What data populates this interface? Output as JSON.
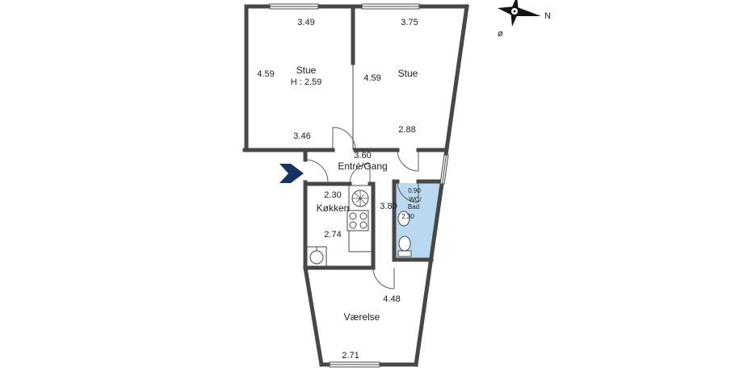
{
  "compass": {
    "north": "N",
    "east": "ø"
  },
  "colors": {
    "wall": "#474747",
    "bath_fill": "#b9d9f1",
    "entry_arrow": "#17335f"
  },
  "rooms": {
    "stue_left": {
      "name": "Stue",
      "ceiling_height": "H : 2.59",
      "dim_top": "3.49",
      "dim_left": "4.59",
      "dim_bottom": "3.46"
    },
    "stue_right": {
      "name": "Stue",
      "dim_top": "3.75",
      "dim_left": "4.59",
      "dim_bottom": "2.88"
    },
    "entre": {
      "name": "Entré/Gang",
      "dim": "3.60"
    },
    "kokken": {
      "name": "Køkken",
      "dim_top": "2.30",
      "dim_bottom": "2.74"
    },
    "gang": {
      "dim": "3.80"
    },
    "wc_bad": {
      "name_line1": "WC/",
      "name_line2": "Bad",
      "dim_top": "0.90",
      "dim_side": "2.30"
    },
    "vaerelse": {
      "name": "Værelse",
      "dim_right": "4.48",
      "dim_bottom": "2.71"
    }
  }
}
